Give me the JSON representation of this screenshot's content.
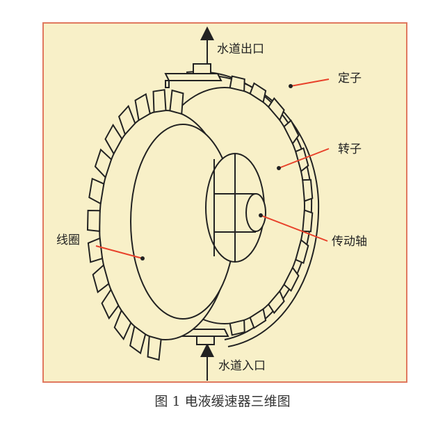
{
  "labels": {
    "water_outlet": "水道出口",
    "stator": "定子",
    "rotor": "转子",
    "drive_shaft": "传动轴",
    "coil": "线圈",
    "water_inlet": "水道入口"
  },
  "caption": "图 1 电液缓速器三维图",
  "colors": {
    "frame_border": "#e0785e",
    "background": "#f8f0c8",
    "leader_line": "#e8412a",
    "outline": "#222222"
  }
}
